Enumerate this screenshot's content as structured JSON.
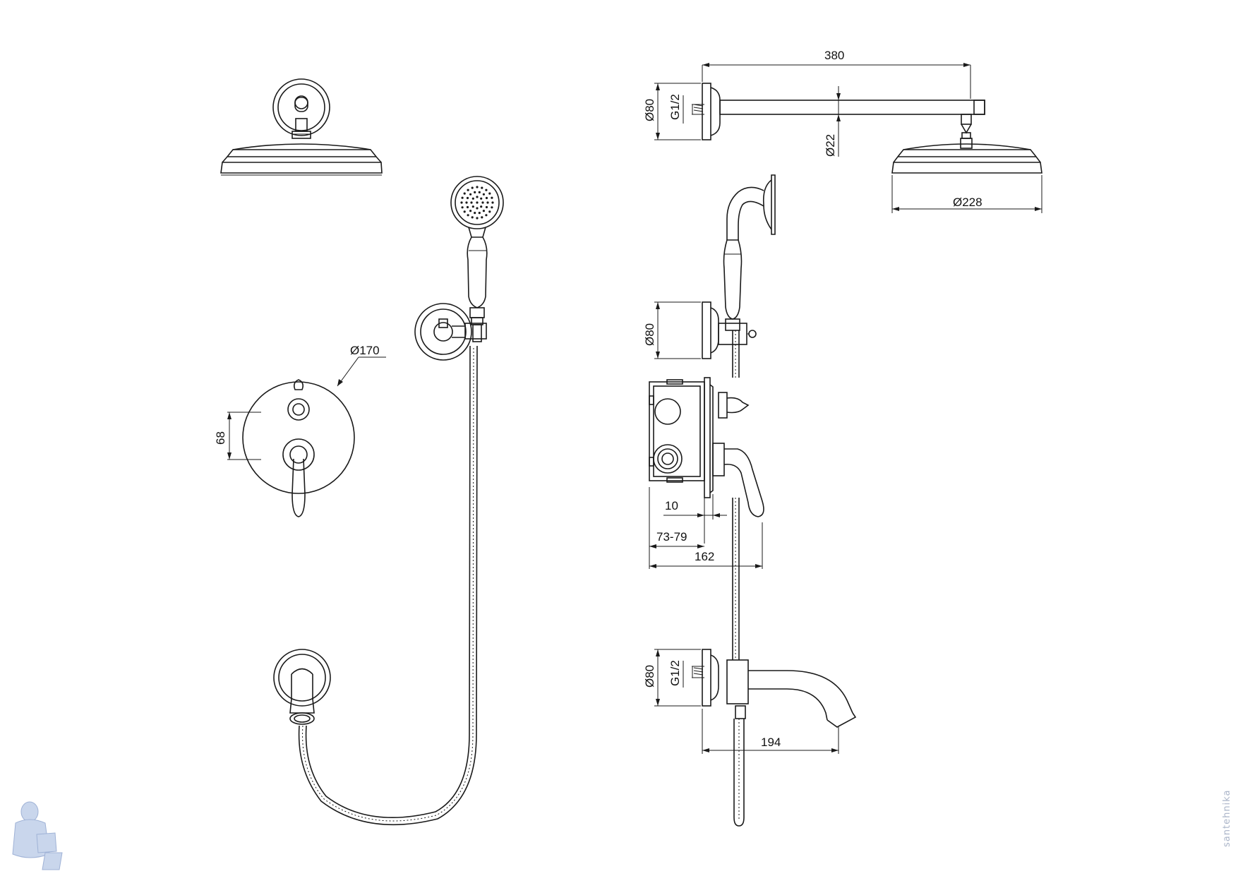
{
  "dimensions": {
    "shower_arm_length": "380",
    "wall_flange_top_dia": "Ø80",
    "thread_top": "G1/2",
    "pipe_dia": "Ø22",
    "shower_head_dia": "Ø228",
    "holder_flange_dia": "Ø80",
    "mixer_plate_dia": "Ø170",
    "handle_spacing": "68",
    "mixer_offset": "10",
    "mixer_depth": "73-79",
    "mixer_total_depth": "162",
    "spout_flange_dia": "Ø80",
    "thread_spout": "G1/2",
    "spout_length": "194"
  },
  "watermark": {
    "side_text": "santehnika"
  }
}
